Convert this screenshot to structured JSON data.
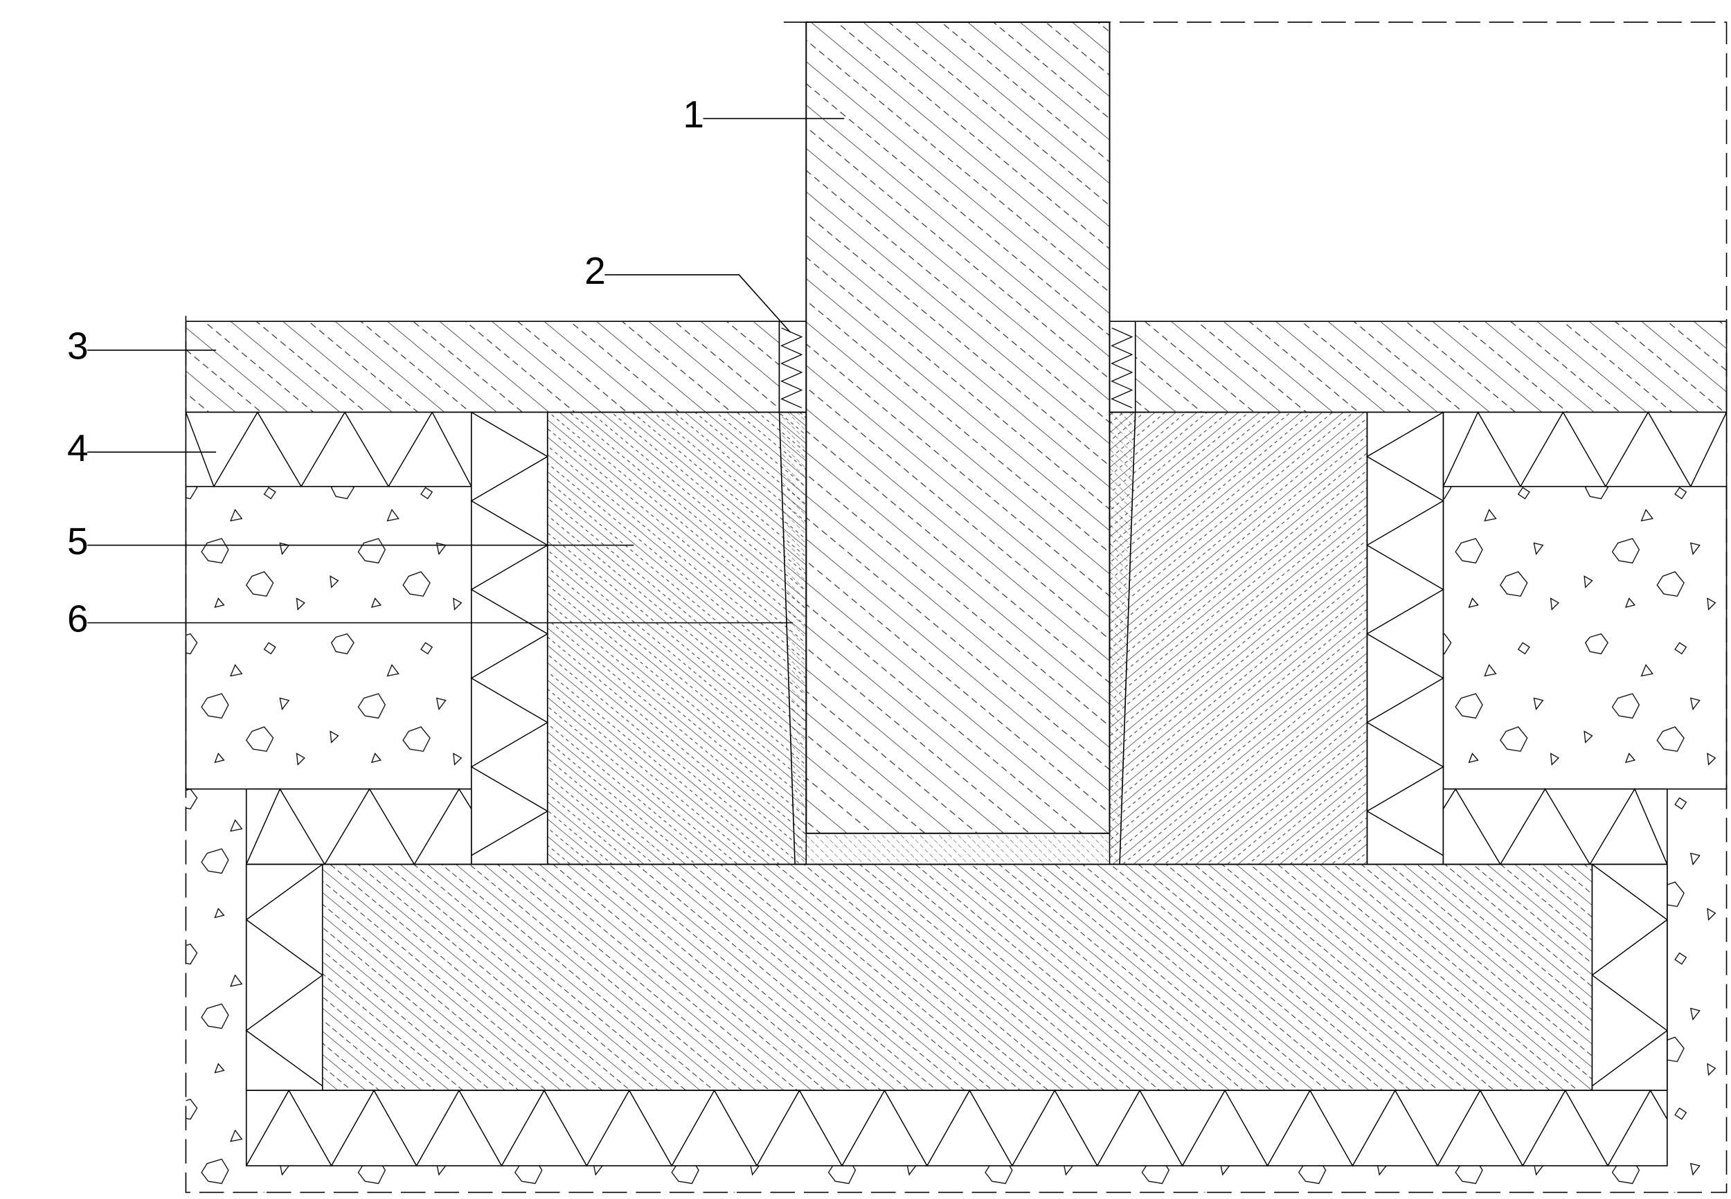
{
  "colors": {
    "background": "#ffffff",
    "line": "#000000"
  },
  "callouts": [
    {
      "label": "1"
    },
    {
      "label": "2"
    },
    {
      "label": "3"
    },
    {
      "label": "4"
    },
    {
      "label": "5"
    },
    {
      "label": "6"
    }
  ]
}
